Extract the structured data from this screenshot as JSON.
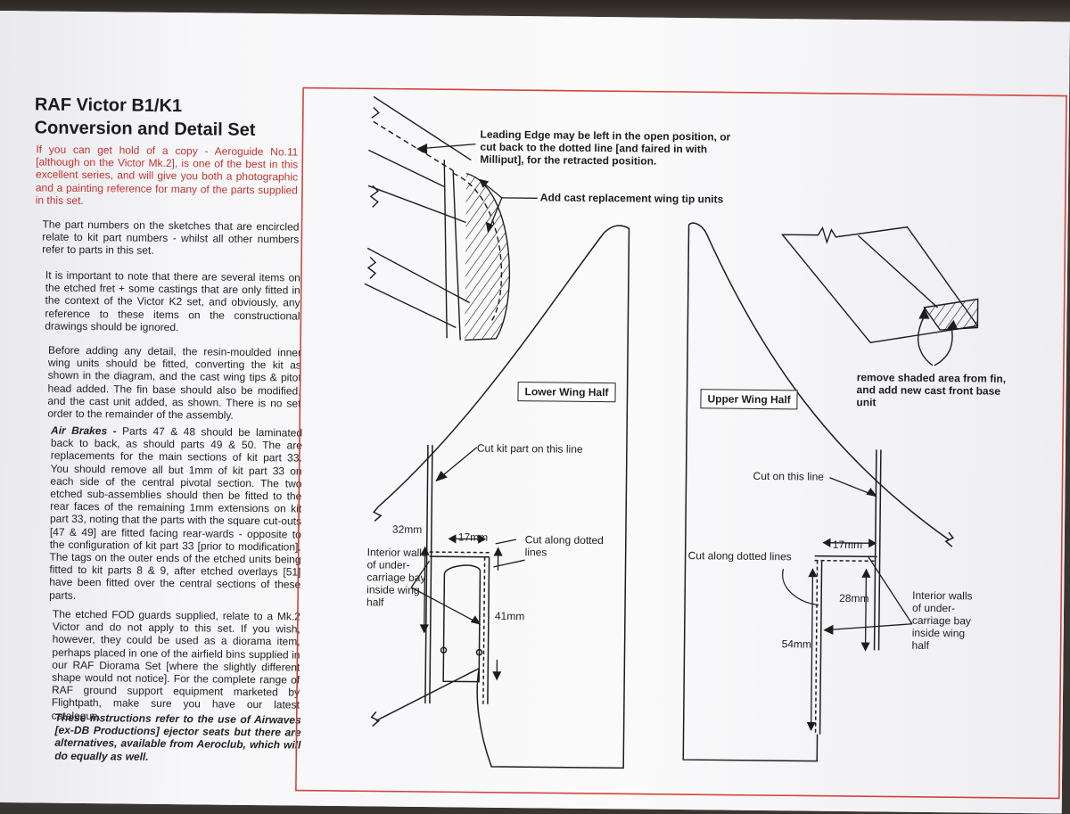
{
  "left_column": {
    "title_line1": "RAF Victor B1/K1",
    "title_line2": "Conversion and Detail Set",
    "intro_red": "If you can get hold of a copy - Aeroguide No.11 [although on the Victor Mk.2], is one of the best in this excellent series, and will give you both a photographic and a painting reference for many of the parts supplied in this set.",
    "para_part_numbers": "The part numbers on the sketches that are encircled relate to kit part numbers - whilst all other numbers refer to parts in this set.",
    "para_important": "It is important to note that there are several items on the etched fret + some castings that are only fitted in the context of the Victor K2 set, and obviously, any reference to these items on the constructional drawings should be ignored.",
    "para_before": "Before adding any detail, the resin-moulded inner wing units should be fitted, converting the kit as shown in the diagram, and the cast wing tips & pitot head added. The fin base should also be modified, and the cast unit added, as shown. There is no set order to the remainder of the assembly.",
    "airbrakes_heading": "Air Brakes -",
    "airbrakes_text": "Parts 47 & 48 should be laminated back to back, as should parts 49 & 50. The are replacements for the main sections of kit part 33. You should remove all but 1mm of kit part 33 on each side of the central pivotal section. The two etched sub-assemblies should then be fitted to the rear faces of the remaining 1mm extensions on kit part 33, noting that the parts with the square cut-outs [47 & 49] are fitted facing rear-wards - opposite to the configuration of kit part 33 [prior to modification]. The tags on the outer ends of the etched units being fitted to kit parts 8 & 9, after etched overlays [51] have been fitted over the central sections of these parts.",
    "para_fod": "The etched FOD guards supplied, relate to a Mk.2 Victor and do not apply to this set. If you wish, however, they could be used as a diorama item, perhaps placed in one of the airfield bins supplied in our RAF Diorama Set [where the slightly different shape would not notice]. For the complete range of RAF ground support equipment marketed by Flightpath, make sure you have our latest catalogue.",
    "para_final": "These instructions refer to the use of Airwaves [ex-DB Productions] ejector seats but there are alternatives, available from Aeroclub, which will do equally as well."
  },
  "diagram": {
    "leading_edge_note": "Leading Edge may be left in the open position, or cut back to the dotted line [and faired in with Milliput], for the retracted position.",
    "wing_tip_note": "Add cast replacement wing tip units",
    "fin_note": "remove shaded area from fin, and add new cast front base unit",
    "lower_wing_label": "Lower Wing Half",
    "upper_wing_label": "Upper Wing Half",
    "cut_kit_part": "Cut kit part on this line",
    "cut_on_line": "Cut on this line",
    "cut_dotted_left": "Cut along dotted lines",
    "cut_dotted_right": "Cut along dotted lines",
    "interior_walls_left": "Interior walls of under-carriage bay inside wing half",
    "interior_walls_right": "Interior walls of under-carriage bay inside wing half",
    "dim_32": "32mm",
    "dim_17_left": "17mm",
    "dim_41": "41mm",
    "dim_17_right": "17mm",
    "dim_28": "28mm",
    "dim_54": "54mm",
    "frame_color": "#d0433a",
    "ink_color": "#1d1d1d"
  }
}
